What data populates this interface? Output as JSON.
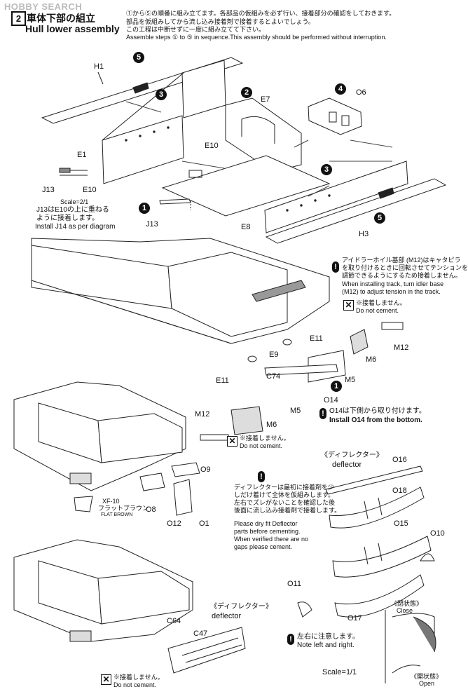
{
  "watermark": "HOBBY SEARCH",
  "step": {
    "number": "2",
    "title_jp": "車体下部の組立",
    "title_en": "Hull lower assembly"
  },
  "intro": {
    "jp_line1": "①から⑤の順番に組み立てます。各部品の仮組みを必ず行い、接着部分の確認をしておきます。",
    "jp_line2": "部品を仮組みしてから流し込み接着剤で接着するとよいでしょう。",
    "jp_line3": "この工程は中断せずに一度に組み立てて下さい。",
    "en": "Assemble steps ① to ⑤ in sequence.This assembly should be performed without interruption."
  },
  "parts": {
    "H1": "H1",
    "H3": "H3",
    "E1": "E1",
    "E7": "E7",
    "E8": "E8",
    "E10": "E10",
    "O6": "O6",
    "J13": "J13",
    "E9": "E9",
    "E11": "E11",
    "C74": "C74",
    "M5": "M5",
    "M6": "M6",
    "M12": "M12",
    "O14": "O14",
    "O9": "O9",
    "O8": "O8",
    "O12": "O12",
    "O1": "O1",
    "O16": "O16",
    "O18": "O18",
    "O15": "O15",
    "O10": "O10",
    "O11": "O11",
    "O17": "O17",
    "C64": "C64",
    "C47": "C47"
  },
  "step_numbers": [
    "1",
    "2",
    "3",
    "4",
    "5"
  ],
  "detail_inset": {
    "scale": "Scale=2/1",
    "jp": "J13はE10の上に重ねる\nように接着します。",
    "en": "Install J14 as per diagram"
  },
  "idler_note": {
    "jp": "アイドラーホイル基部 (M12)はキャタピラ\nを取り付けるときに回転させてテンションを\n調節できるようにするため接着しません。",
    "en": "When installing track, turn idler base\n(M12) to adjust tension in the track."
  },
  "no_cement": {
    "jp": "※接着しません。",
    "en": "Do not cement."
  },
  "o14_note": {
    "jp": "O14は下側から取り付けます。",
    "en": "Install O14 from the bottom."
  },
  "paint": {
    "code": "XF-10",
    "jp": "フラットブラウン",
    "en": "FLAT BROWN"
  },
  "deflector": {
    "jp": "《ディフレクター》",
    "en": "deflector",
    "note_jp": "ディフレクターは最初に接着剤を少\nしだけ着けて全体を仮組みします。\n左右でズレがないことを確認した後\n後面に流し込み接着剤で接着します。",
    "note_en": "Please dry fit Deflector\nparts before cementing.\nWhen verified there are no\ngaps please cement."
  },
  "left_right": {
    "jp": "左右に注意します。",
    "en": "Note left and right."
  },
  "scale_1_1": "Scale=1/1",
  "close_state": {
    "jp": "《閉状態》",
    "en": "Close"
  },
  "open_state": {
    "jp": "《開状態》",
    "en": "Open"
  }
}
